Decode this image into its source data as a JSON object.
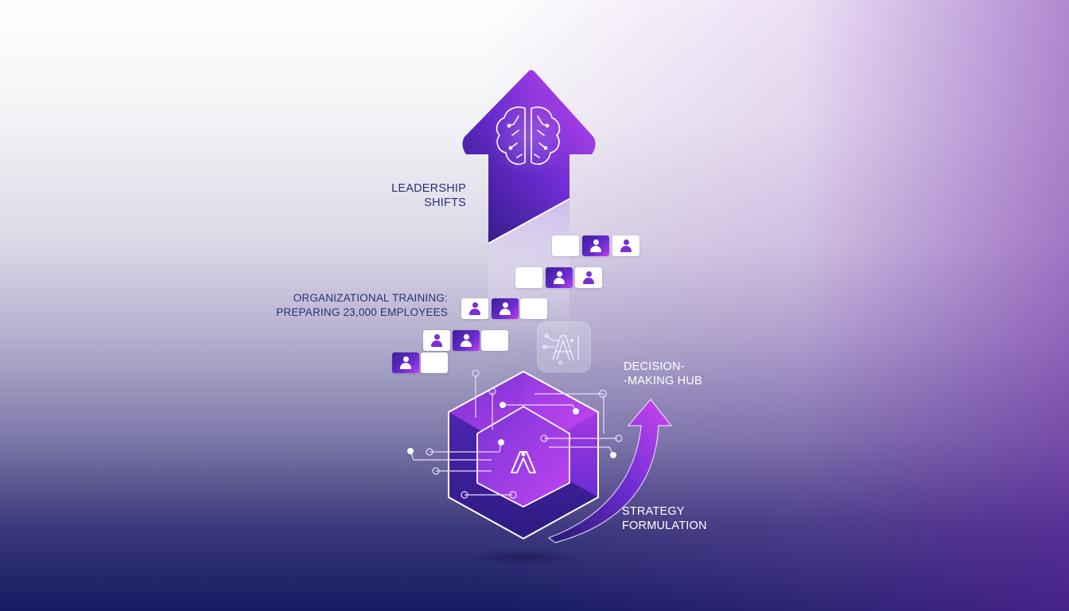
{
  "labels": {
    "leadership": [
      "LEADERSHIP",
      "SHIFTS"
    ],
    "training": [
      "ORGANIZATIONAL TRAINING:",
      "PREPARING 23,000 EMPLOYEES"
    ],
    "decision": [
      "DECISION-",
      "-MAKING HUB"
    ],
    "strategy": [
      "STRATEGY",
      "FORMULATION"
    ]
  },
  "icons": {
    "arrow_top": "brain-icon",
    "badge": "ai-text-icon",
    "hexagon": "ai-logo-icon",
    "tile_person": "person-icon"
  },
  "ai_badge_text": "AI",
  "hex_glyph": "Λ",
  "tile_rows": [
    {
      "tiles": [
        "blank",
        "filled",
        "light"
      ]
    },
    {
      "tiles": [
        "blank",
        "filled",
        "light"
      ]
    },
    {
      "tiles": [
        "light",
        "filled",
        "blank"
      ]
    },
    {
      "tiles": [
        "light",
        "filled",
        "blank"
      ]
    },
    {
      "tiles": [
        "filled",
        "blank"
      ]
    }
  ],
  "colors": {
    "accent_dark": "#3b1f9a",
    "accent_mid": "#6a2bd0",
    "accent_light": "#c040f0",
    "text_dark": "#2a2f78",
    "bg_bottom_left": "#141a60",
    "bg_bottom_right": "#5a2090"
  }
}
